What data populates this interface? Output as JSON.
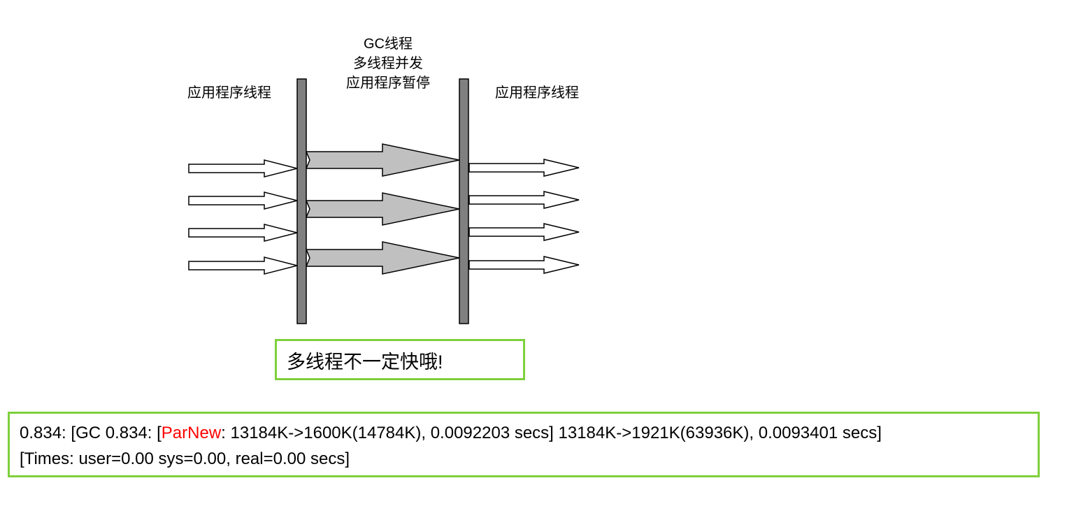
{
  "diagram": {
    "left_label": "应用程序线程",
    "center_labels": [
      "GC线程",
      "多线程并发",
      "应用程序暂停"
    ],
    "right_label": "应用程序线程",
    "app_threads_in": 4,
    "gc_threads": 3,
    "app_threads_out": 4
  },
  "note": "多线程不一定快哦!",
  "log": {
    "prefix": "0.834: [GC 0.834: [",
    "collector": "ParNew",
    "rest": ": 13184K->1600K(14784K), 0.0092203 secs] 13184K->1921K(63936K), 0.0093401 secs] [Times: user=0.00 sys=0.00, real=0.00 secs]"
  },
  "colors": {
    "accent_border": "#7ed03b",
    "collector": "#ff0000",
    "bar": "#808080",
    "gc_arrow": "#c0c0c0"
  }
}
